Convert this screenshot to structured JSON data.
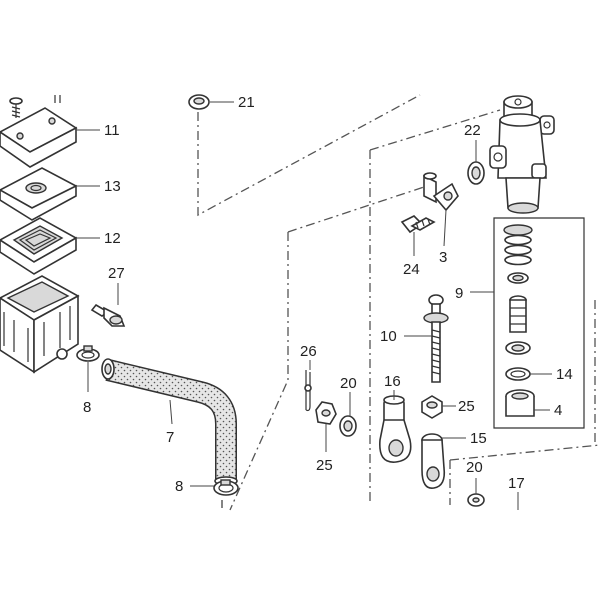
{
  "labels": {
    "p1": "11",
    "p2": "13",
    "p3": "12",
    "p4": "27",
    "p5": "8",
    "p6": "21",
    "p7": "7",
    "p8": "8",
    "p9": "22",
    "p10": "3",
    "p11": "24",
    "p12": "9",
    "p13": "10",
    "p14": "26",
    "p15": "20",
    "p16": "16",
    "p17": "25",
    "p18": "25",
    "p19": "15",
    "p20": "14",
    "p21": "4",
    "p22": "20",
    "p23": "17"
  },
  "colors": {
    "line": "#333333",
    "paper": "#ffffff",
    "shade": "#d9d9d9"
  }
}
